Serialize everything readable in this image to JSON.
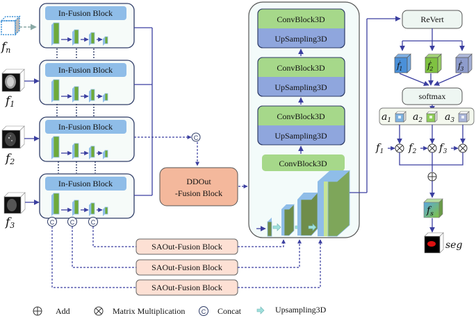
{
  "inputs": [
    {
      "label": "f",
      "sub": "n",
      "style": "dashed"
    },
    {
      "label": "f",
      "sub": "1"
    },
    {
      "label": "f",
      "sub": "2"
    },
    {
      "label": "f",
      "sub": "3"
    }
  ],
  "in_fusion_blocks": [
    {
      "title": "In-Fusion Block"
    },
    {
      "title": "In-Fusion Block"
    },
    {
      "title": "In-Fusion Block"
    },
    {
      "title": "In-Fusion Block"
    }
  ],
  "concat_symbol": "C",
  "ddout": {
    "line1": "DDOut",
    "line2": "-Fusion Block"
  },
  "decoder": {
    "stages": [
      {
        "conv": "ConvBlock3D",
        "up": "UpSampling3D"
      },
      {
        "conv": "ConvBlock3D",
        "up": "UpSampling3D"
      },
      {
        "conv": "ConvBlock3D",
        "up": "UpSampling3D"
      }
    ],
    "bottom_conv": "ConvBlock3D"
  },
  "saout_blocks": [
    {
      "title": "SAOut-Fusion Block"
    },
    {
      "title": "SAOut-Fusion Block"
    },
    {
      "title": "SAOut-Fusion Block"
    }
  ],
  "revert": {
    "title": "ReVert"
  },
  "prime_features": [
    {
      "label": "f",
      "sub": "1",
      "color": "#4a90d9"
    },
    {
      "label": "f",
      "sub": "2",
      "color": "#7fc241"
    },
    {
      "label": "f",
      "sub": "3",
      "color": "#8e9ccc"
    }
  ],
  "softmax": {
    "title": "softmax"
  },
  "attention": [
    {
      "label": "a",
      "sub": "1",
      "color": "#7fb2e0"
    },
    {
      "label": "a",
      "sub": "2",
      "color": "#8fcc5a"
    },
    {
      "label": "a",
      "sub": "3",
      "color": "#a9b4d8"
    }
  ],
  "mult_inputs": [
    {
      "label": "f",
      "sub": "1"
    },
    {
      "label": "f",
      "sub": "2"
    },
    {
      "label": "f",
      "sub": "3"
    }
  ],
  "fused": {
    "label": "f",
    "sub": "s"
  },
  "seg": {
    "label": "seg"
  },
  "legend": [
    {
      "symbol": "add",
      "label": "Add"
    },
    {
      "symbol": "mult",
      "label": "Matrix Multiplication"
    },
    {
      "symbol": "concat",
      "label": "Concat"
    },
    {
      "symbol": "upsample",
      "label": "Upsampling3D"
    }
  ],
  "colors": {
    "link": "#3b3fa0",
    "header": "#8fbde8",
    "conv_green": "#a6d88a",
    "upsample_blue": "#8fa6dd",
    "ddout_fill": "#f4b89c",
    "saout_fill": "#fde0d4",
    "feature_green": "#6faa3a"
  }
}
